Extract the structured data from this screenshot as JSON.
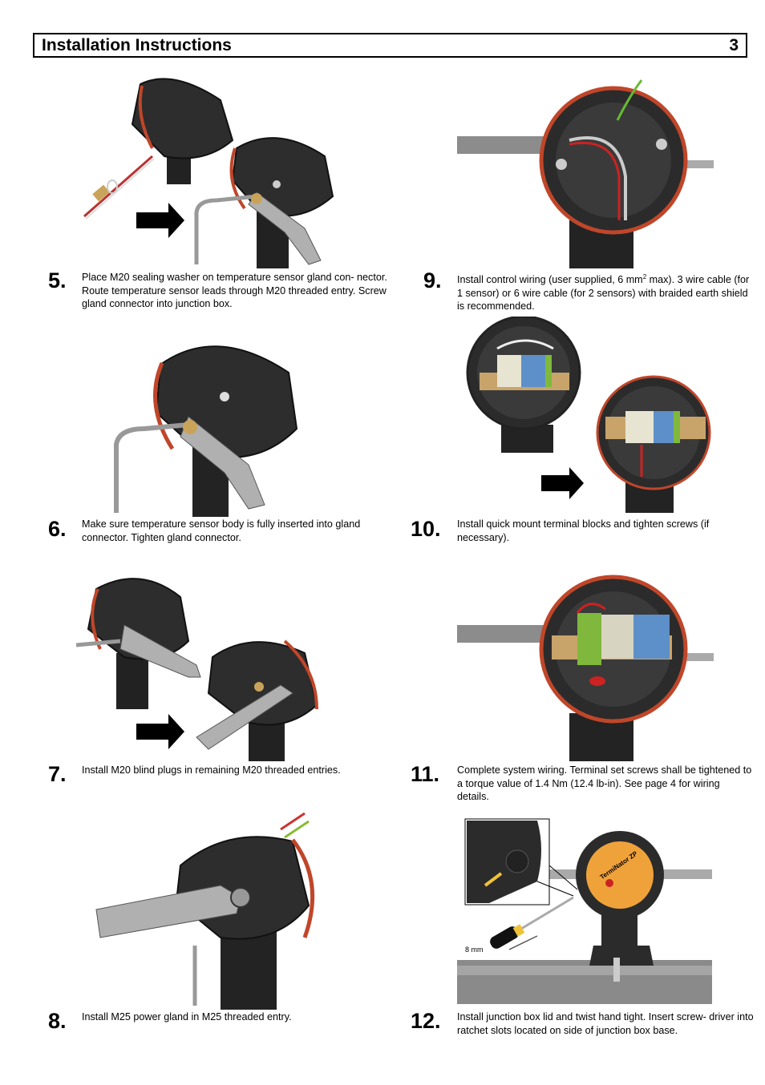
{
  "header": {
    "title": "Installation Instructions",
    "page_number": "3"
  },
  "steps": [
    {
      "number": "5.",
      "text": "Place M20 sealing washer on temperature sensor gland con- nector.  Route temperature sensor leads through M20 threaded entry.  Screw gland connector into junction box."
    },
    {
      "number": "6.",
      "text": "Make sure temperature sensor body is fully inserted into gland connector.  Tighten gland connector."
    },
    {
      "number": "7.",
      "text": "Install M20 blind plugs in remaining M20 threaded entries."
    },
    {
      "number": "8.",
      "text": "Install M25 power gland in M25 threaded entry."
    },
    {
      "number": "9.",
      "text_before_sup": "Install control wiring (user supplied, 6 mm",
      "text_sup": "2",
      "text_after_sup": " max).  3 wire cable (for 1 sensor) or 6 wire cable (for 2 sensors) with braided earth shield is recommended."
    },
    {
      "number": "10.",
      "text": "Install quick mount terminal blocks and tighten screws (if necessary)."
    },
    {
      "number": "11.",
      "text": "Complete system wiring.  Terminal set screws shall be tightened to a torque value of 1.4 Nm (12.4 lb-in).  See page 4 for wiring details."
    },
    {
      "number": "12.",
      "text": "Install junction box lid and twist hand tight.  Insert screw- driver into ratchet slots located on side of junction box base."
    }
  ],
  "figures": {
    "fig12_callout": "8 mm",
    "fig12_lid_label": "TermiNator ZP"
  },
  "colors": {
    "housing": "#2b2b2b",
    "gasket": "#c0462a",
    "wrench": "#a9a9a9",
    "terminal_blue": "#5d8fc8",
    "terminal_green": "#7fb83c",
    "rail": "#c8a46a",
    "lid_orange": "#f0a23a"
  }
}
